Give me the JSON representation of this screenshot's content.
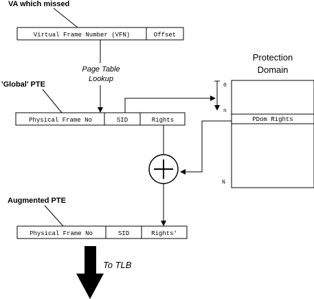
{
  "labels": {
    "va_missed": "VA which missed",
    "global_pte": "'Global' PTE",
    "augmented_pte": "Augmented PTE",
    "page_table_lookup_1": "Page Table",
    "page_table_lookup_2": "Lookup",
    "protection_domain_1": "Protection",
    "protection_domain_2": "Domain",
    "to_tlb": "To TLB"
  },
  "va_fields": [
    "Virtual Frame Number (VFN)",
    "Offset"
  ],
  "global_pte_fields": [
    "Physical Frame No",
    "SID",
    "Rights"
  ],
  "augmented_pte_fields": [
    "Physical Frame No",
    "SID",
    "Rights'"
  ],
  "pdom": {
    "row_label": "PDom Rights",
    "index_top": "0",
    "index_sid": "n",
    "index_bottom": "N"
  }
}
